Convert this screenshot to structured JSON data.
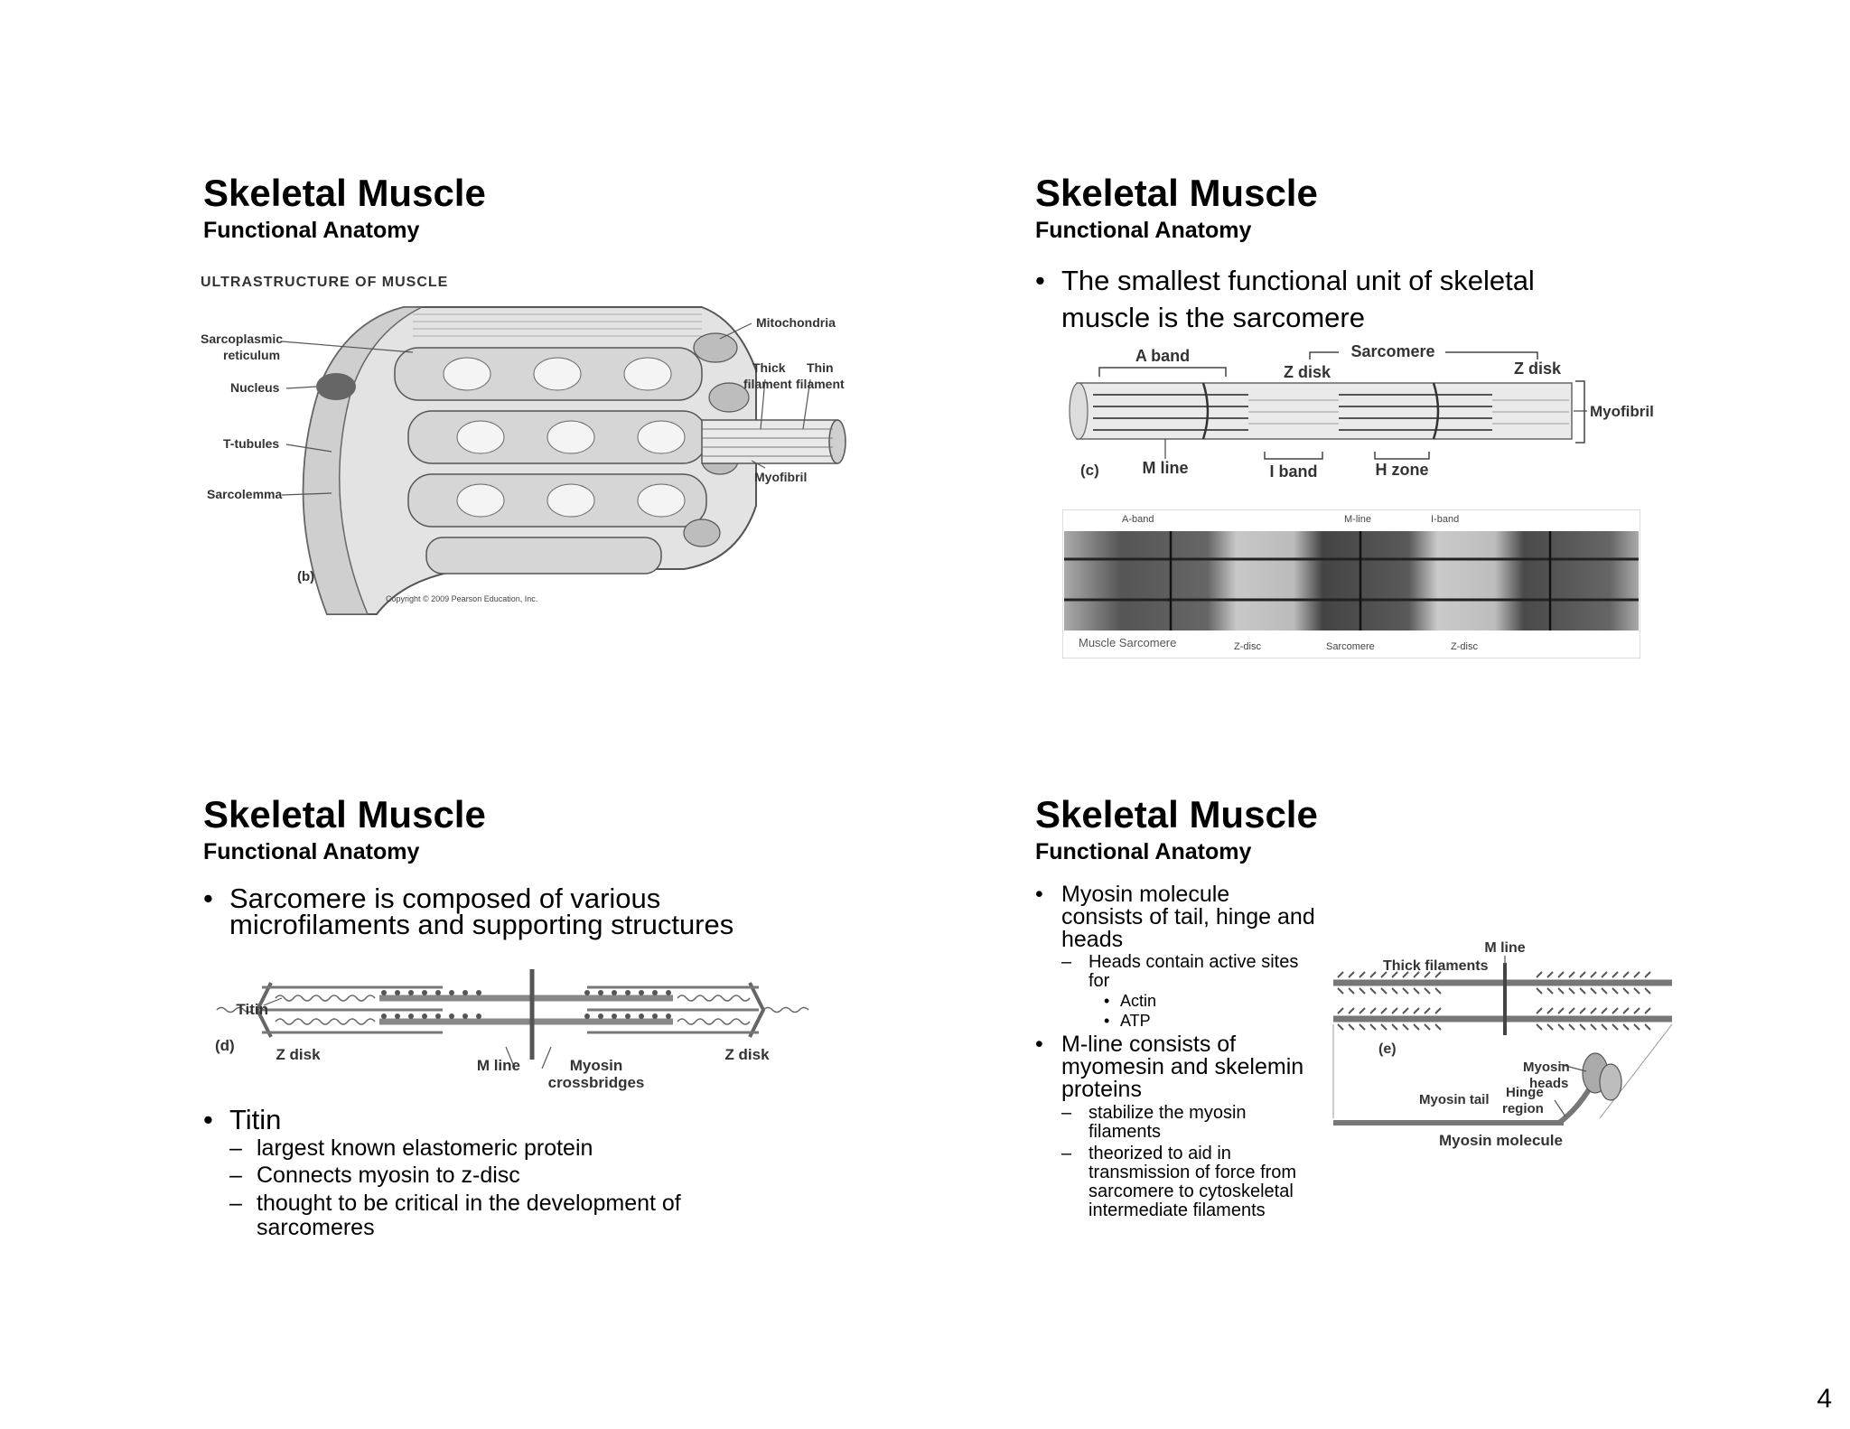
{
  "page_number": "4",
  "slides": [
    {
      "title": "Skeletal Muscle",
      "subtitle": "Functional Anatomy",
      "figure": {
        "heading": "ULTRASTRUCTURE OF MUSCLE",
        "labels": {
          "sr1": "Sarcoplasmic",
          "sr2": "reticulum",
          "nucleus": "Nucleus",
          "ttub": "T-tubules",
          "sarcolemma": "Sarcolemma",
          "mito": "Mitochondria",
          "thick1": "Thick",
          "thick2": "filament",
          "thin1": "Thin",
          "thin2": "filament",
          "myofibril": "Myofibril",
          "panel": "(b)",
          "copyright": "Copyright © 2009 Pearson Education, Inc."
        }
      }
    },
    {
      "title": "Skeletal Muscle",
      "subtitle": "Functional Anatomy",
      "bullet": "The smallest functional unit of skeletal muscle is the sarcomere",
      "figure": {
        "labels": {
          "aband": "A band",
          "sarcomere": "Sarcomere",
          "zdisk1": "Z disk",
          "zdisk2": "Z disk",
          "myofibril": "Myofibril",
          "panel": "(c)",
          "mline": "M line",
          "iband": "I band",
          "hzone": "H zone"
        },
        "micrograph": {
          "aband": "A-band",
          "mline": "M-line",
          "iband": "I-band",
          "caption": "Muscle Sarcomere",
          "zdisc1": "Z-disc",
          "sarcomere": "Sarcomere",
          "zdisc2": "Z-disc"
        }
      }
    },
    {
      "title": "Skeletal Muscle",
      "subtitle": "Functional Anatomy",
      "bullets_top": [
        "Sarcomere is composed of various microfilaments and supporting structures"
      ],
      "figure": {
        "labels": {
          "titin": "Titin",
          "panel": "(d)",
          "zdisk1": "Z disk",
          "mline": "M line",
          "myosin1": "Myosin",
          "myosin2": "crossbridges",
          "zdisk2": "Z disk"
        }
      },
      "bullet2": "Titin",
      "sub_bullets": [
        "largest known elastomeric protein",
        "Connects myosin to z-disc",
        "thought to be critical in the development of sarcomeres"
      ]
    },
    {
      "title": "Skeletal Muscle",
      "subtitle": "Functional Anatomy",
      "bullet1": "Myosin molecule consists of tail, hinge and heads",
      "sub1": "Heads contain active sites for",
      "subsub": [
        "Actin",
        "ATP"
      ],
      "bullet2": "M-line consists of myomesin and skelemin proteins",
      "sub2": [
        "stabilize the myosin filaments",
        "theorized to aid in transmission of force from sarcomere to cytoskeletal intermediate filaments"
      ],
      "figure": {
        "labels": {
          "mline": "M line",
          "thick": "Thick filaments",
          "panel": "(e)",
          "heads1": "Myosin",
          "heads2": "heads",
          "hinge1": "Hinge",
          "hinge2": "region",
          "tail": "Myosin tail",
          "molecule": "Myosin molecule"
        }
      }
    }
  ]
}
